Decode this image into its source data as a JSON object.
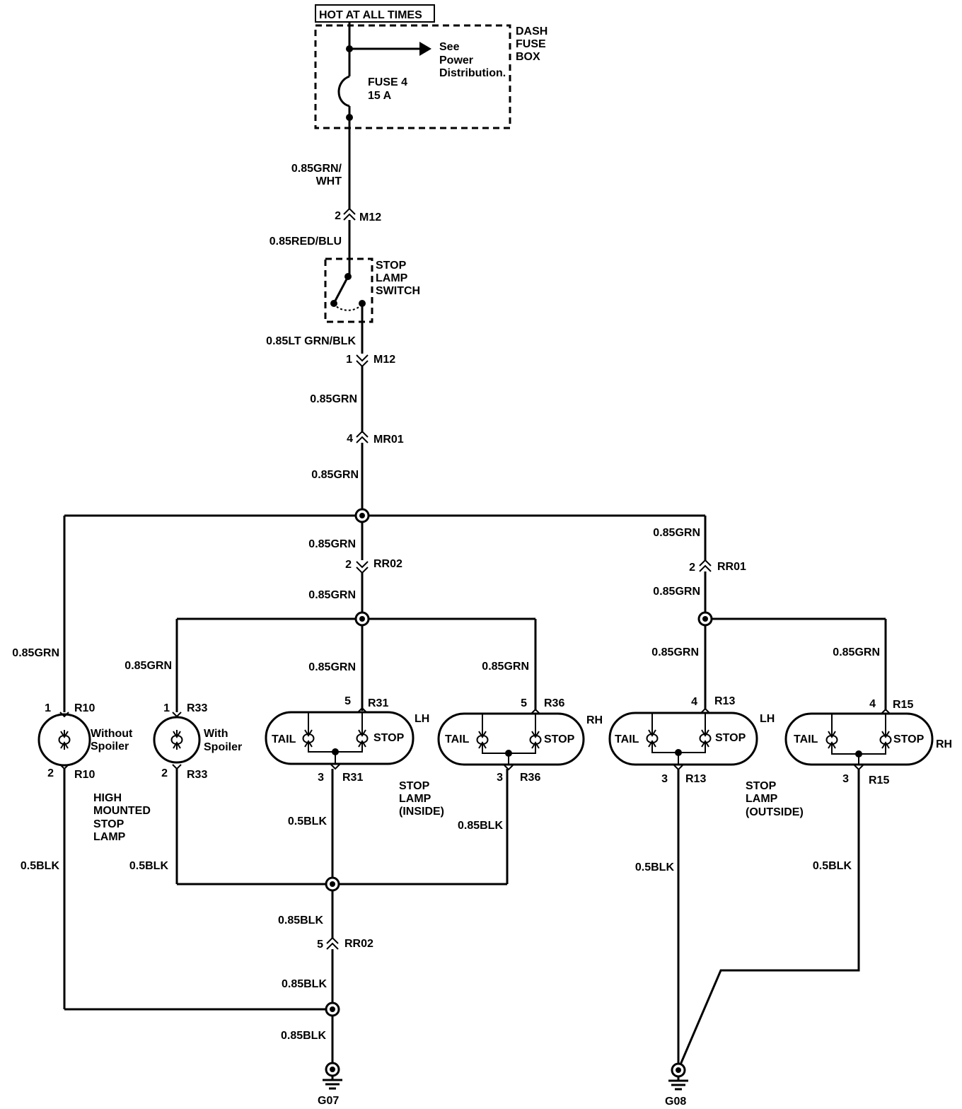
{
  "power": {
    "hot_label": "HOT AT ALL TIMES"
  },
  "fuse_box": {
    "name_lines": [
      "DASH",
      "FUSE",
      "BOX"
    ],
    "fuse_lines": [
      "FUSE 4",
      "15 A"
    ],
    "see_lines": [
      "See",
      "Power",
      "Distribution."
    ]
  },
  "wires": {
    "w_grn_wht": [
      "0.85GRN/",
      "WHT"
    ],
    "w_red_blu": "0.85RED/BLU",
    "w_lt_grn_blk": "0.85LT GRN/BLK",
    "w_grn_1": "0.85GRN",
    "w_grn_2": "0.85GRN",
    "w_grn_3": "0.85GRN",
    "w_grn_4": "0.85GRN",
    "w_grn_5": "0.85GRN",
    "w_grn_6": "0.85GRN",
    "w_grn_r10": "0.85GRN",
    "w_grn_r33": "0.85GRN",
    "w_grn_r31": "0.85GRN",
    "w_grn_r36": "0.85GRN",
    "w_grn_r13": "0.85GRN",
    "w_grn_r15": "0.85GRN",
    "w_blk_r10": "0.5BLK",
    "w_blk_r33": "0.5BLK",
    "w_blk_r31": "0.5BLK",
    "w_blk_r36": "0.85BLK",
    "w_blk_rr02_top": "0.85BLK",
    "w_blk_rr02_bot": "0.85BLK",
    "w_blk_g07": "0.85BLK",
    "w_blk_r13": "0.5BLK",
    "w_blk_r15": "0.5BLK"
  },
  "connectors": {
    "m12_top": {
      "pin": "2",
      "name": "M12"
    },
    "m12_bot": {
      "pin": "1",
      "name": "M12"
    },
    "mr01": {
      "pin": "4",
      "name": "MR01"
    },
    "rr02_top": {
      "pin": "2",
      "name": "RR02"
    },
    "rr01": {
      "pin": "2",
      "name": "RR01"
    },
    "rr02_bot": {
      "pin": "5",
      "name": "RR02"
    }
  },
  "switch": {
    "lines": [
      "STOP",
      "LAMP",
      "SWITCH"
    ]
  },
  "lamps": {
    "r10": {
      "pin_top": "1",
      "pin_bot": "2",
      "name_top": "R10",
      "name_bot": "R10",
      "note": [
        "Without",
        "Spoiler"
      ]
    },
    "r33": {
      "pin_top": "1",
      "pin_bot": "2",
      "name_top": "R33",
      "name_bot": "R33",
      "note": [
        "With",
        "Spoiler"
      ]
    },
    "r31": {
      "pin_top": "5",
      "pin_bot": "3",
      "name_top": "R31",
      "name_bot": "R31",
      "tail": "TAIL",
      "stop": "STOP",
      "side": "LH"
    },
    "r36": {
      "pin_top": "5",
      "pin_bot": "3",
      "name_top": "R36",
      "name_bot": "R36",
      "tail": "TAIL",
      "stop": "STOP",
      "side": "RH"
    },
    "r13": {
      "pin_top": "4",
      "pin_bot": "3",
      "name_top": "R13",
      "name_bot": "R13",
      "tail": "TAIL",
      "stop": "STOP",
      "side": "LH"
    },
    "r15": {
      "pin_top": "4",
      "pin_bot": "3",
      "name_top": "R15",
      "name_bot": "R15",
      "tail": "TAIL",
      "stop": "STOP",
      "side": "RH"
    }
  },
  "captions": {
    "high_mounted": [
      "HIGH",
      "MOUNTED",
      "STOP",
      "LAMP"
    ],
    "inside": [
      "STOP",
      "LAMP",
      "(INSIDE)"
    ],
    "outside": [
      "STOP",
      "LAMP",
      "(OUTSIDE)"
    ]
  },
  "grounds": {
    "g07": "G07",
    "g08": "G08"
  }
}
